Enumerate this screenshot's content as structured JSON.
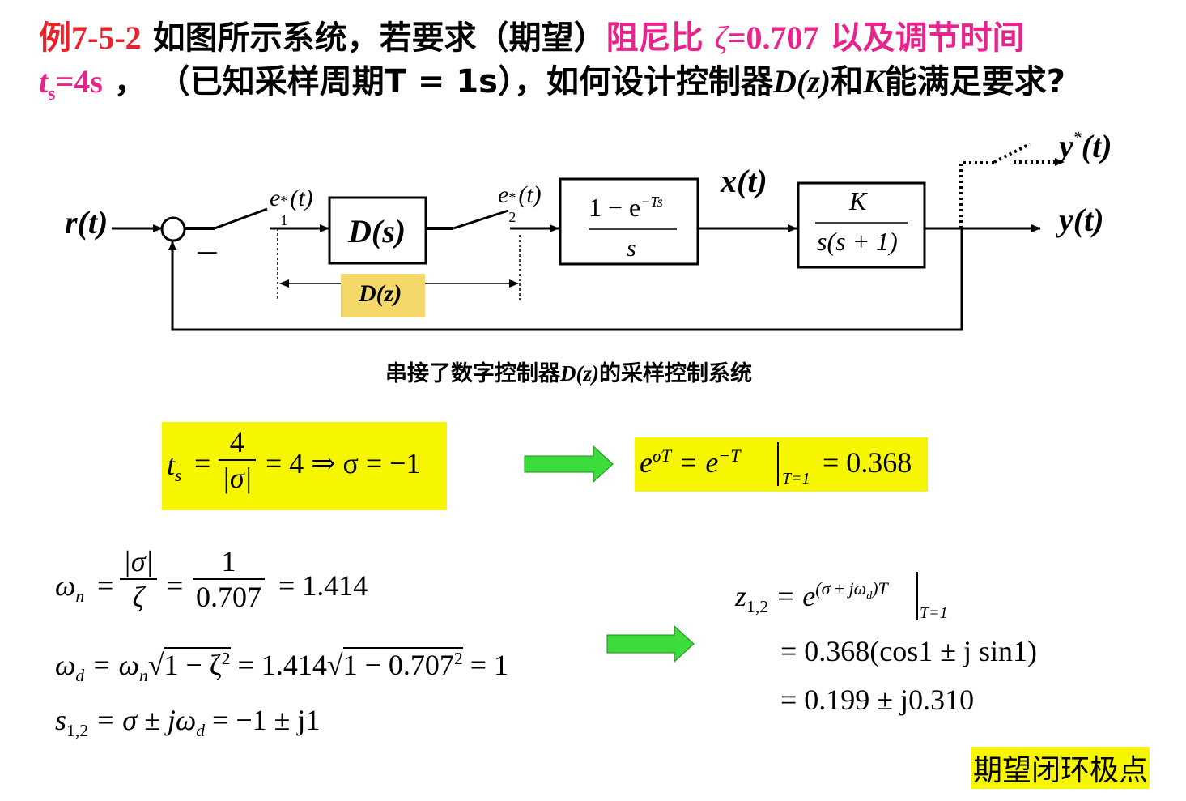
{
  "title": {
    "label": "例7-5-2",
    "part1": "如图所示系统，若要求（期望）",
    "req_a": "阻尼比",
    "zeta": "ζ",
    "zeta_val": "=0.707",
    "req_b": "以及调节时间",
    "ts_t": "t",
    "ts_sub": "s",
    "ts_val": "=4s",
    "comma": "，",
    "part2": "（已知采样周期T = 1s），如何设计控制器",
    "Dz": "D(z)",
    "and": "和",
    "K": "K",
    "part3": "能满足要求?"
  },
  "diagram": {
    "input": "r(t)",
    "minus": "—",
    "e1": "e",
    "e1_sup": "*",
    "e1_sub": "1",
    "e1_arg": "(t)",
    "Ds": "D(s)",
    "e2": "e",
    "e2_sup": "*",
    "e2_sub": "2",
    "e2_arg": "(t)",
    "zoh_num": "1 − e",
    "zoh_exp": "−Ts",
    "zoh_den": "s",
    "xt": "x(t)",
    "plant_num": "K",
    "plant_den": "s(s + 1)",
    "output": "y(t)",
    "ystar": "y",
    "ystar_sup": "*",
    "ystar_arg": "(t)",
    "Dz_label": "D(z)",
    "caption_a": "串接了数字控制器",
    "caption_Dz": "D(z)",
    "caption_b": "的采样控制系统"
  },
  "equations": {
    "ts_eq": {
      "lhs": "t",
      "lhs_sub": "s",
      "eq": "=",
      "num": "4",
      "den": "|σ|",
      "rest": "= 4 ⇒ σ = −1"
    },
    "esT": {
      "e": "e",
      "exp1": "σT",
      "mid": "= e",
      "exp2": "−T",
      "bar_sub": "T=1",
      "rest": "= 0.368"
    },
    "wn": {
      "lhs": "ω",
      "lhs_sub": "n",
      "eq": "=",
      "num1": "|σ|",
      "den1": "ζ",
      "eq2": "=",
      "num2": "1",
      "den2": "0.707",
      "rest": "= 1.414"
    },
    "wd": {
      "lhs": "ω",
      "lhs_sub": "d",
      "eq": "= ω",
      "w_sub": "n",
      "sqrt1": "1 − ζ",
      "sq": "2",
      "mid": "= 1.414",
      "sqrt2": "1 − 0.707",
      "sq2": "2",
      "rest": "= 1"
    },
    "s12": {
      "lhs": "s",
      "lhs_sub": "1,2",
      "rest1": "= σ ± jω",
      "sub": "d",
      "rest2": "= −1 ± j1"
    },
    "z12": {
      "lhs": "z",
      "lhs_sub": "1,2",
      "eq": "= e",
      "exp": "(σ ± jω",
      "exp_sub": "d",
      "exp_end": ")T",
      "bar_sub": "T=1"
    },
    "z_line2": "= 0.368(cos1 ± j sin1)",
    "z_line3": "= 0.199 ± j0.310"
  },
  "footer_label": "期望闭环极点",
  "colors": {
    "red": "#e8232b",
    "pink": "#e8238c",
    "yellow": "#f6f600",
    "box_yellow": "#f4d96a",
    "arrow_green": "#3ddc3d"
  }
}
